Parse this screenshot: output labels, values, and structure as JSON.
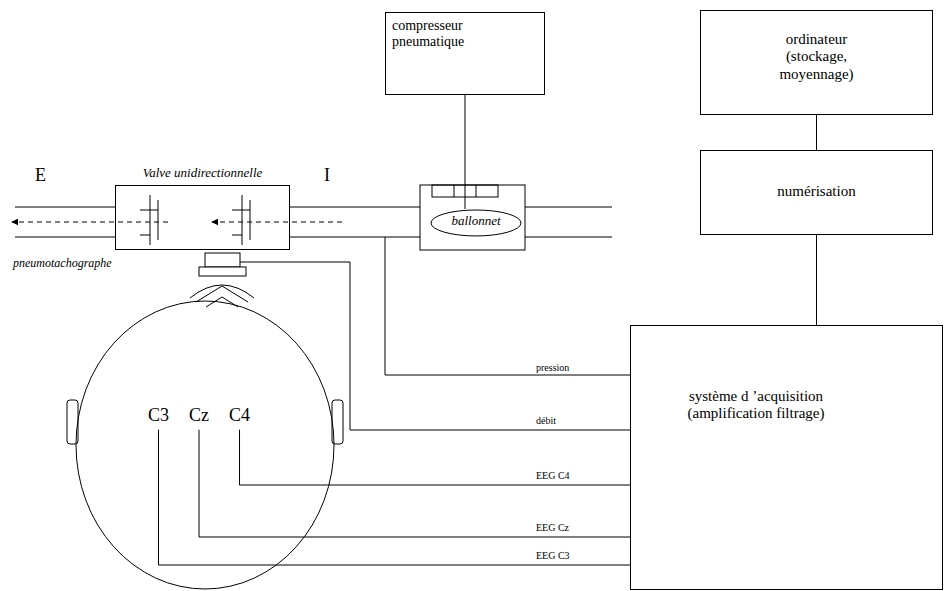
{
  "diagram": {
    "nodes": [
      {
        "text": [
          "compresseur pneumatique"
        ]
      },
      {
        "text": [
          "ordinateur (stockage, moyennage)"
        ]
      },
      {
        "text": [
          "numérisation"
        ]
      },
      {
        "text": [
          "Valve unidirectionnelle"
        ]
      },
      {
        "text": [
          "ballonnet"
        ]
      },
      {
        "text": [
          "C3",
          "Cz",
          "C4"
        ]
      },
      {
        "text": [
          "système d ’acquisition (amplification filtrage)"
        ]
      }
    ],
    "edges": [
      {
        "from": 0,
        "to": 4,
        "arrow": "none"
      },
      {
        "from": 1,
        "to": 2,
        "arrow": "none"
      },
      {
        "from": 2,
        "to": 6,
        "arrow": "none"
      },
      {
        "from": 3,
        "to": 6,
        "label": "débit",
        "arrow": "none"
      },
      {
        "from": 5,
        "to": 6,
        "label": "EEG C4",
        "arrow": "none"
      },
      {
        "from": 5,
        "to": 6,
        "label": "EEG Cz",
        "arrow": "none"
      },
      {
        "from": 5,
        "to": 6,
        "label": "EEG C3",
        "arrow": "none"
      }
    ],
    "labels": [
      "E",
      "I",
      "pneumotachographe",
      "pression"
    ]
  }
}
